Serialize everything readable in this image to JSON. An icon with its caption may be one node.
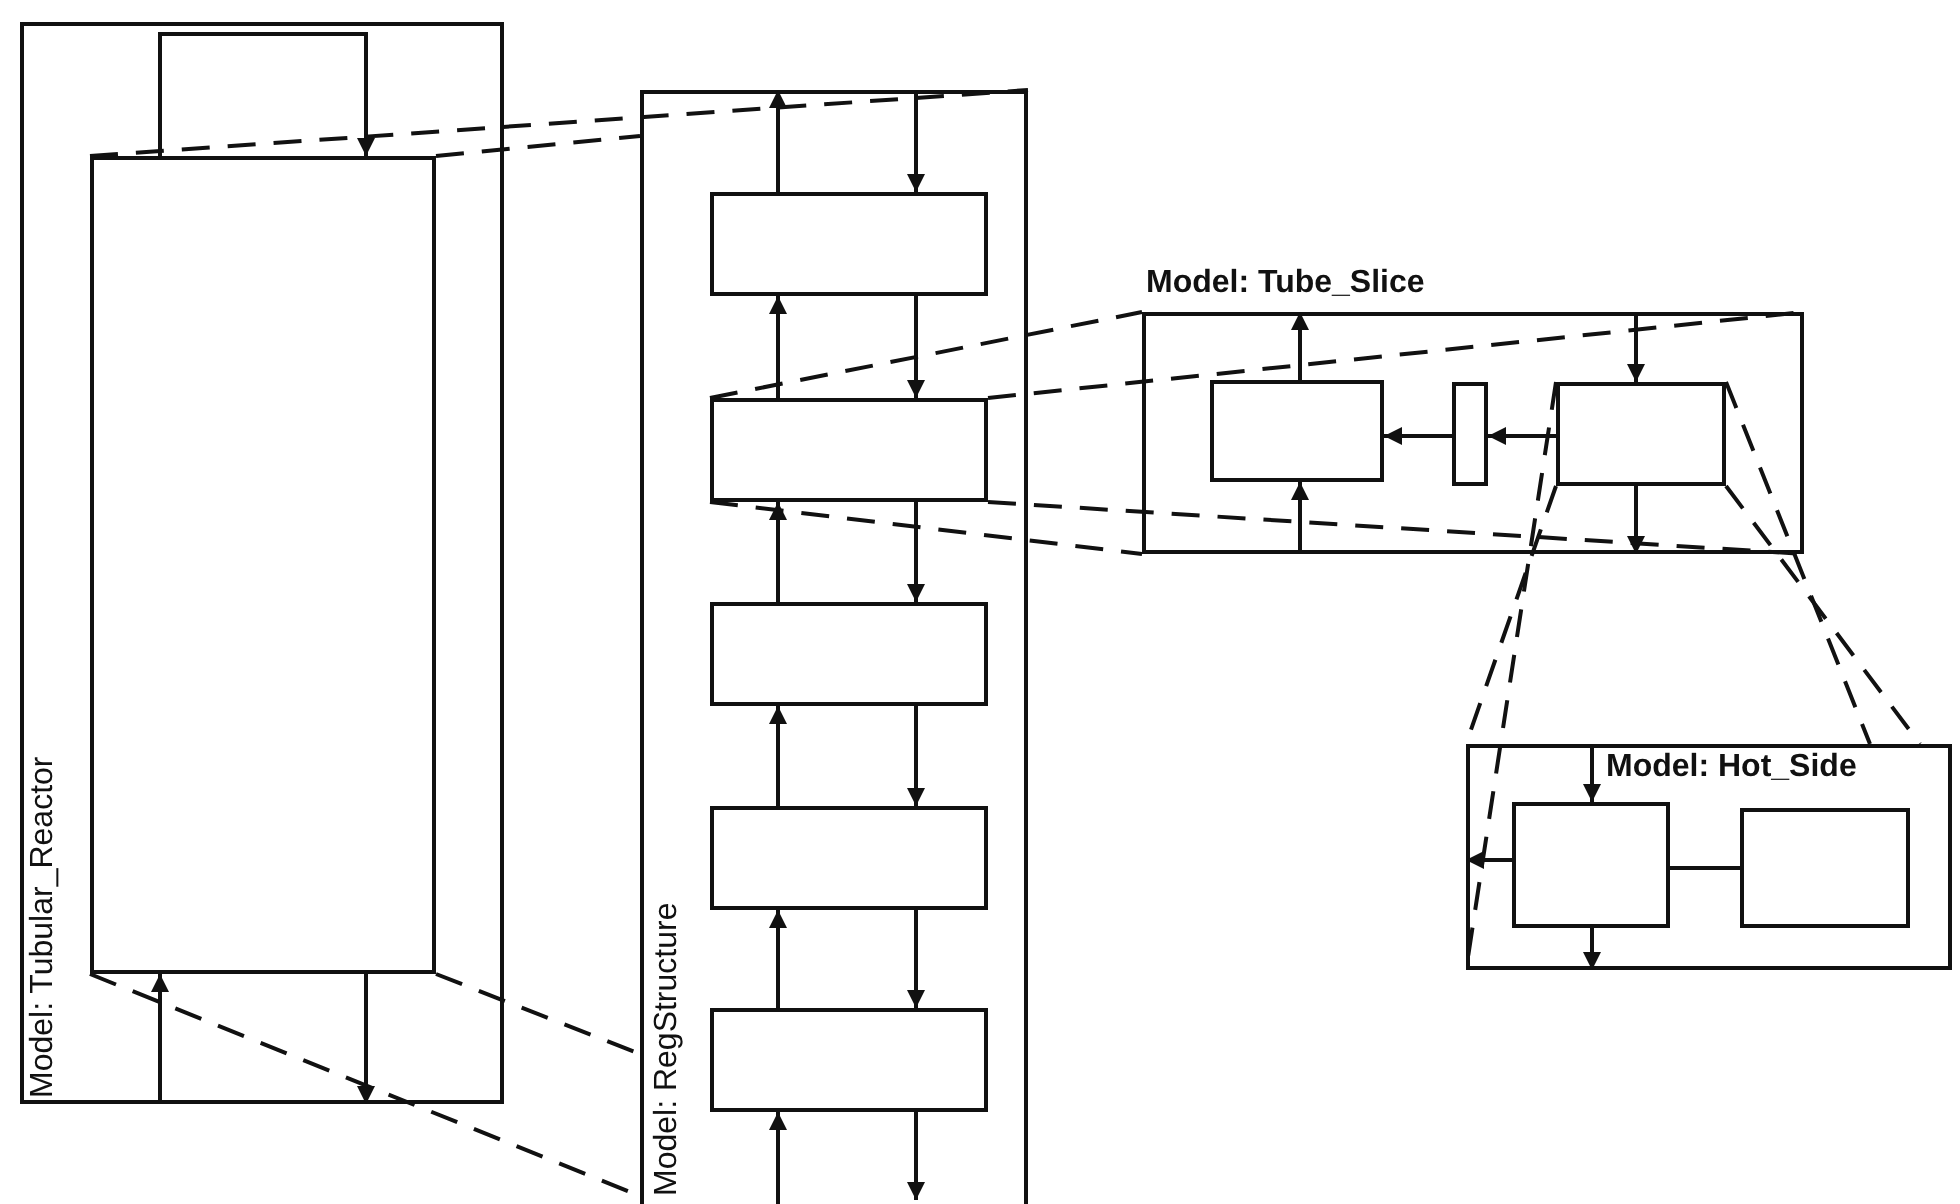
{
  "diagram": {
    "nodes": [
      {
        "text": [
          "Model: Tubular_Reactor"
        ]
      },
      {
        "text": [],
        "shape": "box",
        "in": 0
      },
      {
        "text": [
          "Model: RegStructure"
        ]
      },
      {
        "text": [],
        "shape": "box",
        "in": 2
      },
      {
        "text": [],
        "shape": "box",
        "in": 2
      },
      {
        "text": [],
        "shape": "box",
        "in": 2
      },
      {
        "text": [],
        "shape": "box",
        "in": 2
      },
      {
        "text": [],
        "shape": "box",
        "in": 2
      },
      {
        "text": [
          "Model: Tube_Slice"
        ]
      },
      {
        "text": [],
        "shape": "box",
        "in": 8
      },
      {
        "text": [],
        "shape": "box",
        "in": 8
      },
      {
        "text": [],
        "shape": "box",
        "in": 8
      },
      {
        "text": [
          "Model: Hot_Side"
        ]
      },
      {
        "text": [],
        "shape": "box",
        "in": 12
      },
      {
        "text": [],
        "shape": "box",
        "in": 12
      }
    ],
    "edges": [
      {
        "from": 1,
        "to": 1,
        "arrow": "to"
      },
      {
        "from": 0,
        "to": 1,
        "arrow": "to"
      },
      {
        "from": 1,
        "to": 0,
        "arrow": "to"
      },
      {
        "from": 3,
        "to": 2,
        "arrow": "to"
      },
      {
        "from": 2,
        "to": 3,
        "arrow": "to"
      },
      {
        "from": 4,
        "to": 3,
        "arrow": "to"
      },
      {
        "from": 3,
        "to": 4,
        "arrow": "to"
      },
      {
        "from": 5,
        "to": 4,
        "arrow": "to"
      },
      {
        "from": 4,
        "to": 5,
        "arrow": "to"
      },
      {
        "from": 6,
        "to": 5,
        "arrow": "to"
      },
      {
        "from": 5,
        "to": 6,
        "arrow": "to"
      },
      {
        "from": 7,
        "to": 6,
        "arrow": "to"
      },
      {
        "from": 6,
        "to": 7,
        "arrow": "to"
      },
      {
        "from": null,
        "to": 7,
        "arrow": "to"
      },
      {
        "from": 7,
        "to": null,
        "arrow": "to"
      },
      {
        "from": 9,
        "to": 8,
        "arrow": "to"
      },
      {
        "from": 8,
        "to": 9,
        "arrow": "to"
      },
      {
        "from": 10,
        "to": 9,
        "arrow": "to"
      },
      {
        "from": 11,
        "to": 10,
        "arrow": "to"
      },
      {
        "from": 8,
        "to": 11,
        "arrow": "to"
      },
      {
        "from": 11,
        "to": 8,
        "arrow": "to"
      },
      {
        "from": 12,
        "to": 13,
        "arrow": "to"
      },
      {
        "from": 13,
        "to": 12,
        "arrow": "to"
      },
      {
        "from": 13,
        "to": 12,
        "arrow": "to"
      },
      {
        "from": 13,
        "to": 14,
        "arrow": "none"
      },
      {
        "from": 1,
        "to": 2,
        "arrow": "none",
        "style": "dashed"
      },
      {
        "from": 1,
        "to": 2,
        "arrow": "none",
        "style": "dashed"
      },
      {
        "from": 1,
        "to": 2,
        "arrow": "none",
        "style": "dashed"
      },
      {
        "from": 1,
        "to": 2,
        "arrow": "none",
        "style": "dashed"
      },
      {
        "from": 4,
        "to": 8,
        "arrow": "none",
        "style": "dashed"
      },
      {
        "from": 4,
        "to": 8,
        "arrow": "none",
        "style": "dashed"
      },
      {
        "from": 4,
        "to": 8,
        "arrow": "none",
        "style": "dashed"
      },
      {
        "from": 4,
        "to": 8,
        "arrow": "none",
        "style": "dashed"
      },
      {
        "from": 11,
        "to": 12,
        "arrow": "none",
        "style": "dashed"
      },
      {
        "from": 11,
        "to": 12,
        "arrow": "none",
        "style": "dashed"
      },
      {
        "from": 11,
        "to": 12,
        "arrow": "none",
        "style": "dashed"
      },
      {
        "from": 11,
        "to": 12,
        "arrow": "none",
        "style": "dashed"
      }
    ]
  }
}
